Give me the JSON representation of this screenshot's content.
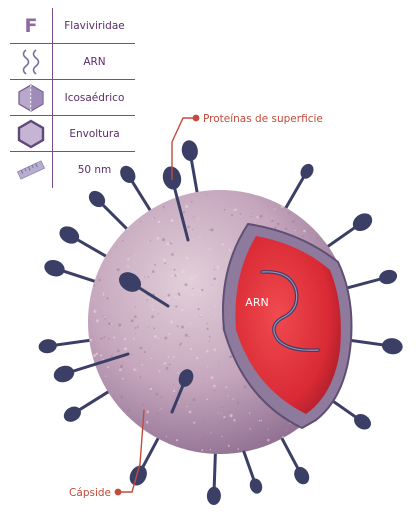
{
  "legend": {
    "rows": [
      {
        "icon": "family-letter",
        "symbol": "F",
        "label": "Flaviviridae"
      },
      {
        "icon": "rna-strand-icon",
        "label": "ARN"
      },
      {
        "icon": "icosahedron-icon",
        "label": "Icosaédrico"
      },
      {
        "icon": "envelope-hexagon-icon",
        "label": "Envoltura"
      },
      {
        "icon": "scale-ruler-icon",
        "label": "50 nm"
      }
    ]
  },
  "labels": {
    "surface_proteins": "Proteínas de superficie",
    "genome": "ARN",
    "capsid": "Cápside"
  },
  "colors": {
    "legend_line": "#7a4c8c",
    "legend_text": "#5a2d6a",
    "virion_body": "#c7a7bd",
    "protein": "#3b3f66",
    "cutaway_red": "#e0303a",
    "callout": "#c44b3a"
  }
}
